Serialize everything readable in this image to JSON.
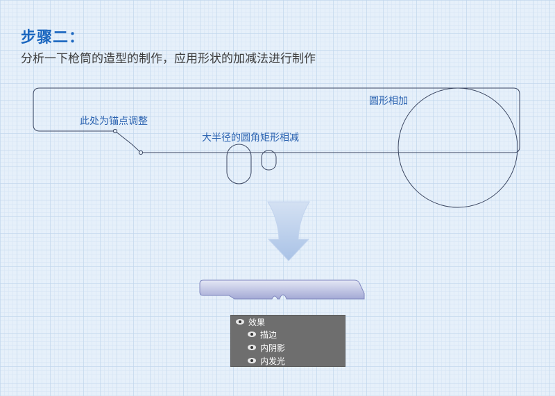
{
  "header": {
    "title": "步骤二：",
    "subtitle": "分析一下枪筒的造型的制作，应用形状的加减法进行制作"
  },
  "annotations": {
    "anchor": "此处为锚点调整",
    "rounded_rect_subtract": "大半径的圆角矩形相减",
    "circle_add": "圆形相加"
  },
  "effects_panel": {
    "items": [
      {
        "label": "效果",
        "level": 0
      },
      {
        "label": "描边",
        "level": 1
      },
      {
        "label": "内阴影",
        "level": 1
      },
      {
        "label": "内发光",
        "level": 1
      }
    ]
  },
  "colors": {
    "title": "#1a66bf",
    "annotation": "#2a62b0",
    "outline": "#3a4560",
    "arrow_top": "#d4e1f3",
    "arrow_bottom": "#a9c2e6",
    "barrel_top": "#dde0f1",
    "barrel_bottom": "#a5abd6",
    "panel_bg": "#6e6e6e"
  }
}
